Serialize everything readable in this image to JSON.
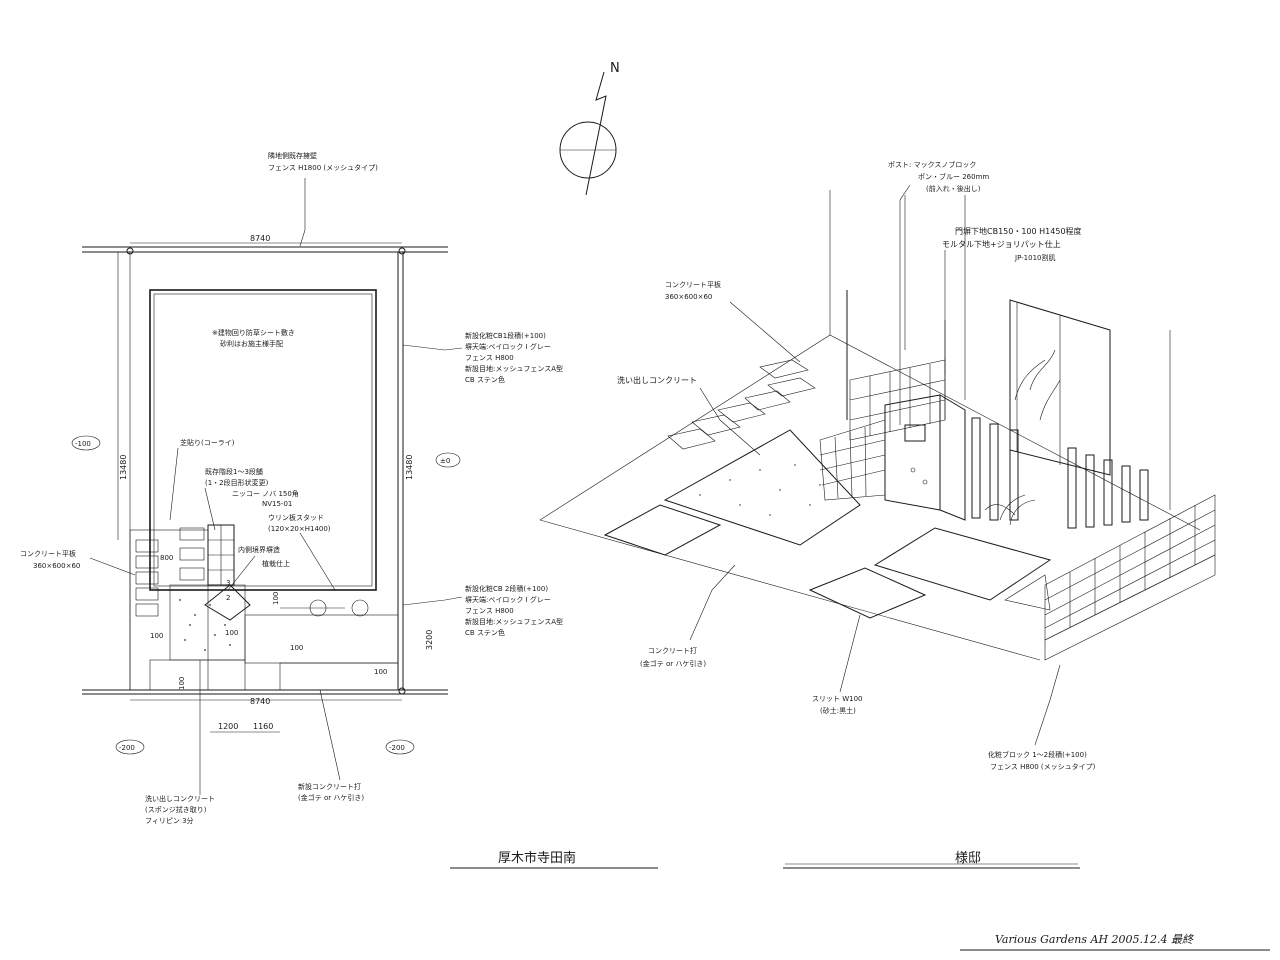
{
  "compass": {
    "north": "N"
  },
  "plan": {
    "top_fence_note": [
      "隣地側既存擁壁",
      "フェンス H1800 (メッシュタイプ)"
    ],
    "dim_top_width": "8740",
    "dim_bottom_width": "8740",
    "dim_height_left": "13480",
    "dim_height_right": "13480",
    "dim_right_front": "3200",
    "level_left": "-100",
    "level_right": "±0",
    "level_bottom_left": "-200",
    "level_bottom_right": "-200",
    "house_note": [
      "※建物回り防草シート敷き",
      "砂利はお施主様手配"
    ],
    "lawn_note": "芝貼り(コーライ)",
    "steps_note": [
      "既存階段1〜3段舗",
      "(1・2段目形状変更)",
      "ニッコー ノバ 150角",
      "NV15-01"
    ],
    "slab_note": [
      "コンクリート平板",
      "360×600×60"
    ],
    "slab_dim": "800",
    "stud_note": [
      "ウリン板スタッド",
      "(120×20×H1400)"
    ],
    "planter_note": [
      "内側境界塀造",
      "植栽仕上"
    ],
    "right_fence_note": [
      "新設化粧CB1段積(+100)",
      "塀天端:ベイロック I グレー",
      "フェンス H800",
      "新設目地:メッシュフェンスA型",
      "CB ステン色"
    ],
    "front_fence_note": [
      "新設化粧CB 2段積(+100)",
      "塀天端:ベイロック I グレー",
      "フェンス H800",
      "新設目地:メッシュフェンスA型",
      "CB ステン色"
    ],
    "dim_100_a": "100",
    "dim_100_b": "100",
    "dim_100_c": "100",
    "dim_100_d": "100",
    "dim_100_e": "100",
    "dim_100_f": "100",
    "dim_1200": "1200",
    "dim_1160": "1160",
    "dim_3": "3",
    "dim_2": "2",
    "washout_note": [
      "洗い出しコンクリート",
      "(スポンジ拭き取り)",
      "フィリピン 3分"
    ],
    "concrete_note": [
      "新設コンクリート打",
      "(金ゴテ or ハケ引き)"
    ]
  },
  "perspective": {
    "post_note": [
      "ポスト: マックスノブロック",
      "ポン・ブルー 260mm",
      "(前入れ・後出し)"
    ],
    "wall_note": [
      "門塀下地CB150・100 H1450程度",
      "モルタル下地+ジョリパット仕上",
      "JP-1010割肌"
    ],
    "slab_note": [
      "コンクリート平板",
      "360×600×60"
    ],
    "washout_note": "洗い出しコンクリート",
    "concrete_note": [
      "コンクリート打",
      "(金ゴテ or ハケ引き)"
    ],
    "slit_note": [
      "スリット W100",
      "(砂土:黒土)"
    ],
    "block_note": [
      "化粧ブロック 1〜2段積(+100)",
      "フェンス H800 (メッシュタイプ)"
    ]
  },
  "titles": {
    "left": "厚木市寺田南",
    "right": "様邸"
  },
  "signature": "Various  Gardens  AH   2005.12.4 最終"
}
